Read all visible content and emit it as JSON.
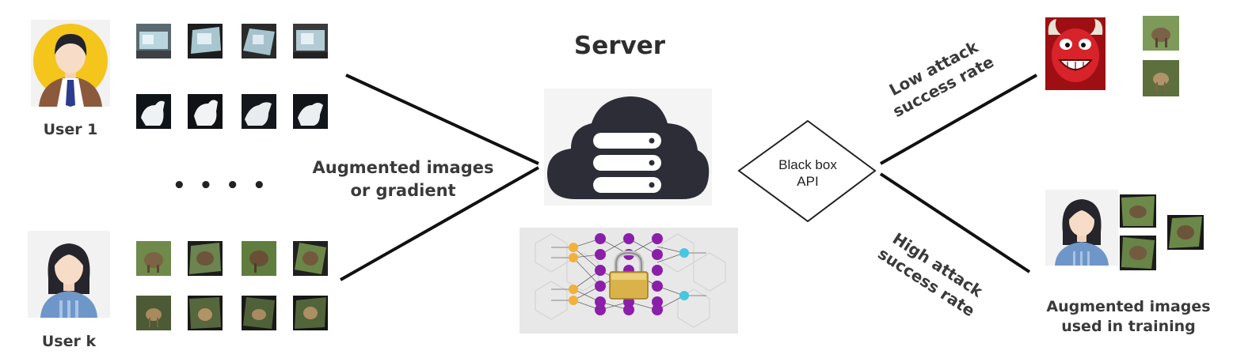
{
  "server": {
    "title": "Server"
  },
  "users": [
    {
      "label": "User 1"
    },
    {
      "label": "User k"
    }
  ],
  "ellipsis": "• • • •",
  "uplink_label": {
    "line1": "Augmented images",
    "line2": "or gradient"
  },
  "api": {
    "line1": "Black box",
    "line2": "API"
  },
  "outcomes": {
    "low": {
      "line1": "Low attack",
      "line2": "success rate"
    },
    "high": {
      "line1": "High attack",
      "line2": "success rate"
    }
  },
  "training_caption": {
    "line1": "Augmented images",
    "line2": "used in training"
  },
  "colors": {
    "cloud": "#2c2d36",
    "line": "#111111",
    "avatar_yellow": "#f4c51b",
    "devil_red": "#c8161c",
    "nn_purple": "#8b1fa9",
    "nn_orange": "#f2b13a",
    "nn_cyan": "#45c7e0"
  },
  "icons": [
    "male-user-icon",
    "female-user-icon",
    "cloud-server-icon",
    "locked-neural-network-icon",
    "devil-attacker-icon"
  ]
}
